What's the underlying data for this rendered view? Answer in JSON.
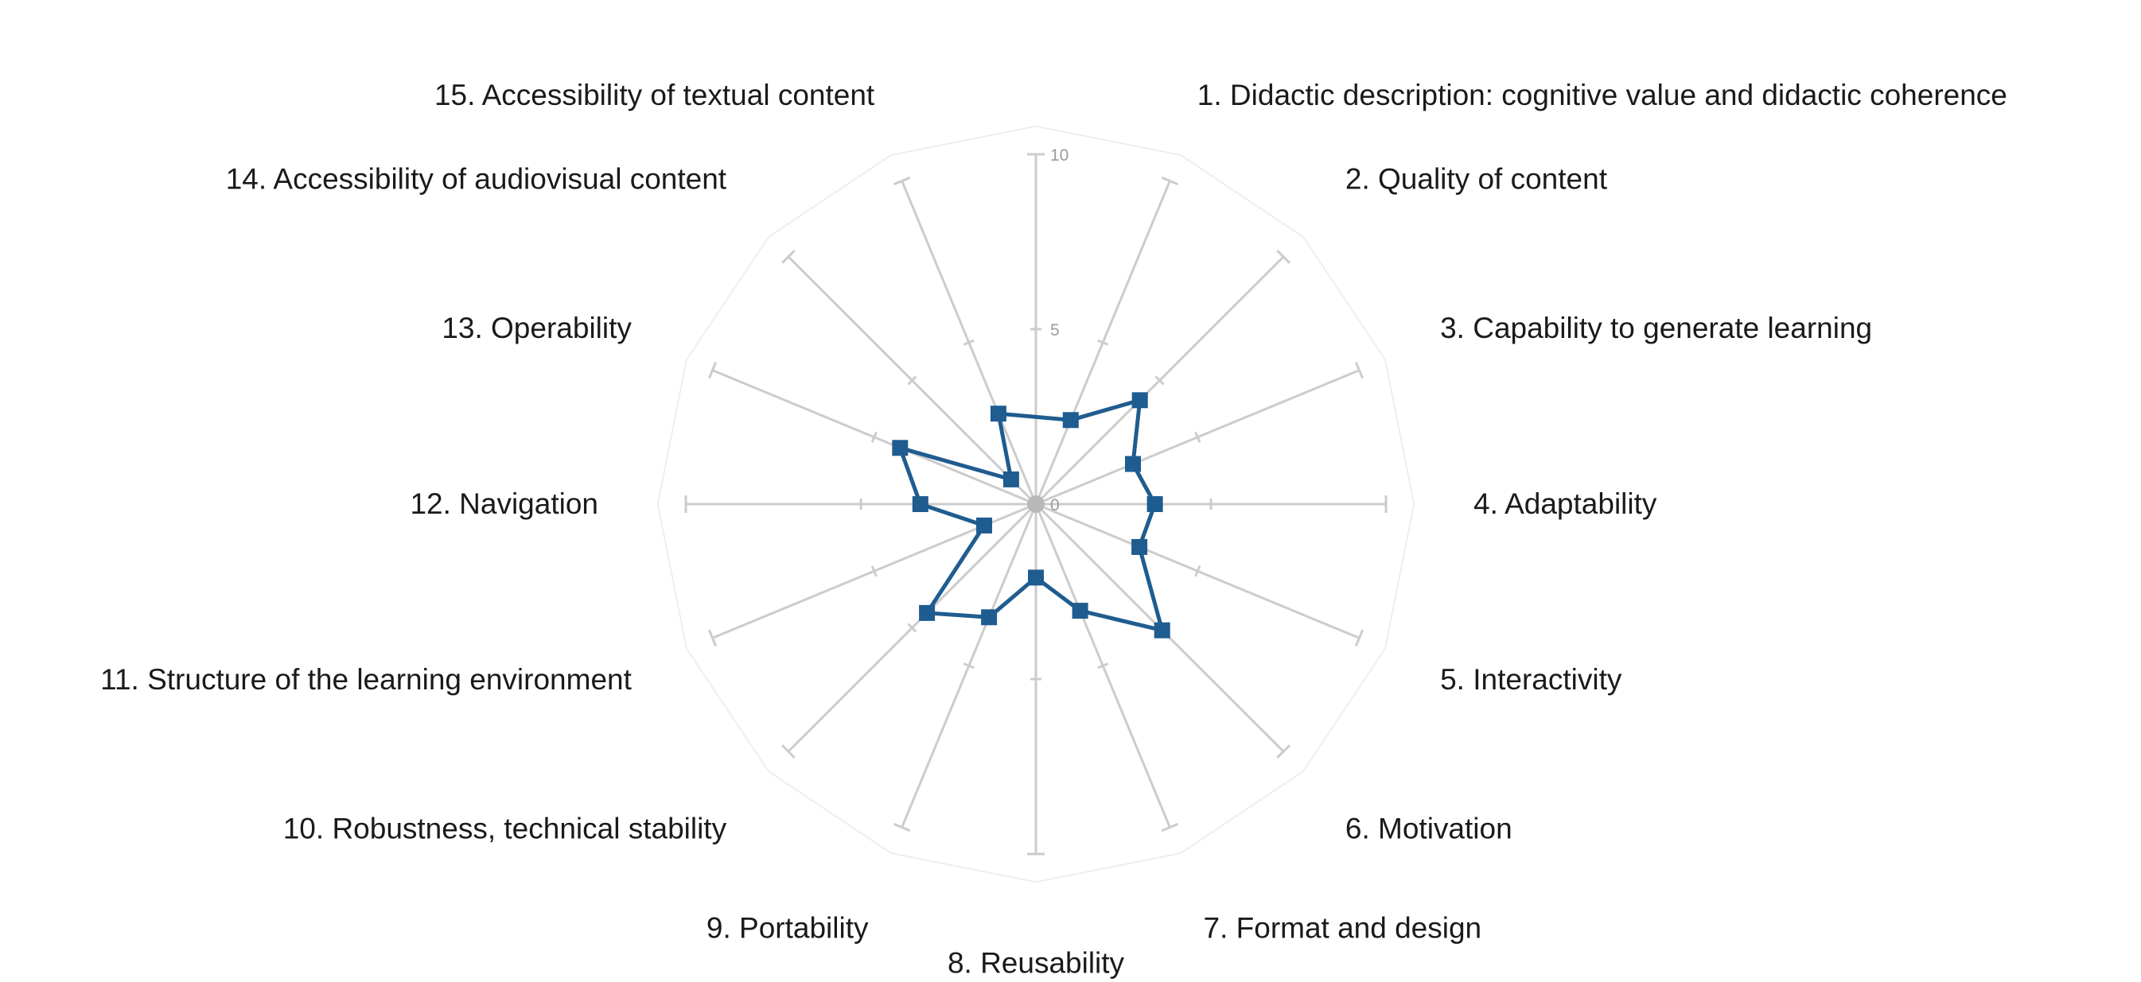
{
  "chart_data": {
    "type": "radar",
    "title": "",
    "categories": [
      "1. Didactic description: cognitive value and didactic coherence",
      "2. Quality of content",
      "3. Capability to generate learning",
      "4. Adaptability",
      "5. Interactivity",
      "6. Motivation",
      "7. Format and design",
      "8. Reusability",
      "9. Portability",
      "10. Robustness, technical stability",
      "11. Structure of the learning environment",
      "12. Navigation",
      "13. Operability",
      "14. Accessibility of audiovisual content",
      "15. Accessibility of textual content"
    ],
    "series": [
      {
        "values": [
          2.6,
          4.2,
          3.0,
          3.4,
          3.2,
          5.1,
          3.3,
          2.1,
          3.5,
          4.4,
          1.6,
          3.3,
          4.2,
          1.0,
          2.8
        ]
      }
    ],
    "ylim": [
      0,
      10
    ],
    "r_ticks": [
      {
        "value": 0,
        "label": "0"
      },
      {
        "value": 5,
        "label": "5"
      },
      {
        "value": 10,
        "label": "10"
      }
    ],
    "colors": {
      "series": "#1f5c8f",
      "grid": "#cccccc",
      "outline": "#eeeeee",
      "center": "#b8b8b8"
    }
  }
}
